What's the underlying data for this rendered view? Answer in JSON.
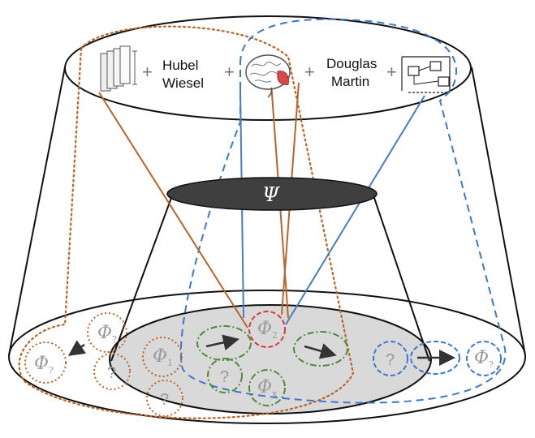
{
  "top_labels": {
    "name1_line1": "Hubel",
    "name1_line2": "Wiesel",
    "name2_line1": "Douglas",
    "name2_line2": "Martin",
    "plus": "+"
  },
  "icons": {
    "column_stack": "cortical-column-stack-icon",
    "brain": "brain-icon",
    "circuit": "canonical-circuit-diagram-icon"
  },
  "center_symbol": "Ψ",
  "phi_nodes": {
    "phi_q_left": {
      "base": "Φ",
      "sub": "?"
    },
    "phi_q_top": {
      "base": "Φ",
      "sub": "?"
    },
    "phi_1": {
      "base": "Φ",
      "sub": "1"
    },
    "phi_2": {
      "base": "Φ",
      "sub": "2"
    },
    "phi_x": {
      "base": "Φ",
      "sub": "x"
    },
    "phi_q_right": {
      "base": "Φ",
      "sub": "?"
    }
  },
  "question_nodes": {
    "q_orange_left": "?",
    "q_orange_bottom": "?",
    "q_green": "?",
    "q_blue": "?"
  },
  "colors": {
    "orange": "#b8642a",
    "blue": "#4a7cc0",
    "blue_dashed": "#3b78c8",
    "green": "#4e8a3a",
    "red": "#d83a3a",
    "gray_fill": "#d9d9d9",
    "dark_fill": "#3f3f3f",
    "node_text": "#9a9a9a",
    "black": "#111111"
  }
}
